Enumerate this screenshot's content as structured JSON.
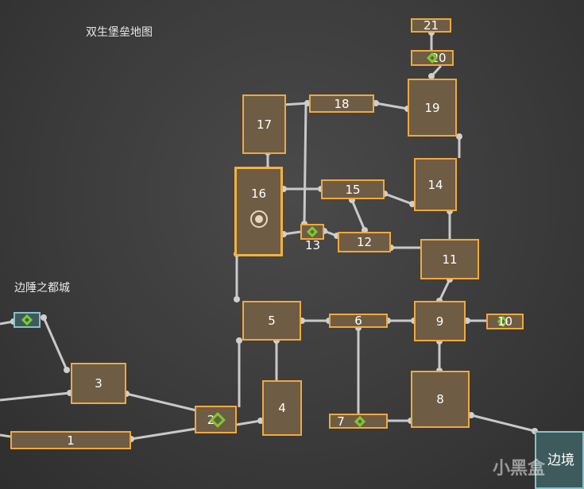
{
  "map_title": "双生堡垒地图",
  "region_label": "边陲之都城",
  "border_label": "边境",
  "watermark": "小黑盒",
  "current_room": "16",
  "rooms": {
    "r1": "1",
    "r2": "2",
    "r3": "3",
    "r4": "4",
    "r5": "5",
    "r6": "6",
    "r7": "7",
    "r8": "8",
    "r9": "9",
    "r10": "10",
    "r11": "11",
    "r12": "12",
    "r13": "13",
    "r14": "14",
    "r15": "15",
    "r16": "16",
    "r17": "17",
    "r18": "18",
    "r19": "19",
    "r20": "20",
    "r21": "21"
  },
  "colors": {
    "room_fill": "#6e5c45",
    "room_border": "#f0a93c",
    "gate": "#86c3c6",
    "teleport": "#7ec930"
  }
}
